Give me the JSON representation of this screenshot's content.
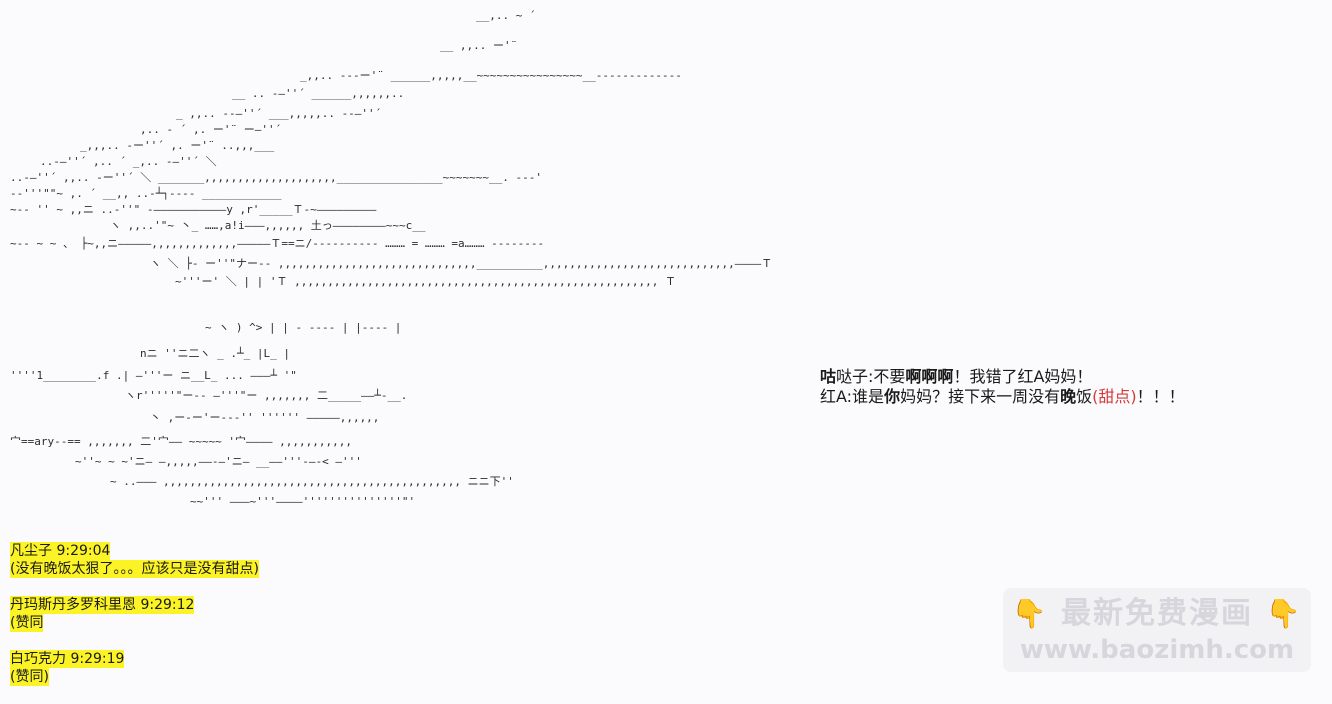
{
  "ascii_art": [
    "__,.. ~ ´",
    "__ ,,.. ー'¨",
    "_,,.. ---ー'¨ ______,,,,,__~~~~~~~~~~~~~~~~__-------------",
    "__ .. -―''´ ______,,,,,,..",
    "_ ,,.. --―''´ ___,,,,,.. --―''´",
    ",.. - ´ ,. ー'¨ ー―''´",
    "_,,,.. -ー''´ ,. ー'¨ ..,,,___",
    "..-―''´ ,.. ´ _,.. -―''´ ＼",
    "..-―''´ ,,.. -ー''´ ＼ _______,,,,,,,,,,,,,,,,,,,,________________~~~~~~~__. ---'",
    "--'''\"\"~ ,. ´ __,, ..-┴┐---- ____________",
    "~-- '' ~ ,,ニ ..-''\" -―――――――――――y ,r'_____Ｔ-~―――――――――",
    "ヽ ,,..'\"~ 丶_ ……,a!i―――,,,,,, 土っ――――――――~~~c__",
    "~-- ~ ~ 、 ├~,,ニ―――――,,,,,,,,,,,,,―――――Ｔ==ニ/---------- ……… = ……… =a……… --------",
    "ヽ ＼ ├- ー''\"ナー-- ,,,,,,,,,,,,,,,,,,,,,,,,,,,,,,__________,,,,,,,,,,,,,,,,,,,,,,,,,,,,,――――Ｔ",
    "~'''ー' ＼ | | 'Ｔ ,,,,,,,,,,,,,,,,,,,,,,,,,,,,,,,,,,,,,,,,,,,,,,,,,,,,,,, Ｔ",
    "~ ヽ ) ^> | | - ---- | |---- |",
    "nニ ''ニ二ヽ _ .┴_ |L_ |",
    "''''1________.f .| ―'''ー ニ__L_ ... ―――┴ '\"",
    "ヽr'''''\"ー-- ―'''\"ー ,,,,,,, 二_____――┴-__.",
    "丶 ,ー-ー'ー---'' '''''' ―――――,,,,,,",
    "宀==ary--== ,,,,,,, 二'宀―― ~~~~~ '宀―――― ,,,,,,,,,,,",
    "~''~ ~ ~'ニ― ―,,,,,――-―'ニ― __――'''-―-< ―'''",
    "~ ..――― ,,,,,,,,,,,,,,,,,,,,,,,,,,,,,,,,,,,,,,,,,,,,, ニニ下''",
    "~~''' ―――~'''――――'''''''''''''''\"'"
  ],
  "dialogue": [
    {
      "segments": [
        {
          "text": "咕",
          "style": "bold"
        },
        {
          "text": "哒子:不要",
          "style": "normal"
        },
        {
          "text": "啊啊啊",
          "style": "bold"
        },
        {
          "text": "！我错了红A妈妈！",
          "style": "normal"
        }
      ]
    },
    {
      "segments": [
        {
          "text": "红A:谁是",
          "style": "normal"
        },
        {
          "text": "你",
          "style": "bold"
        },
        {
          "text": "妈妈？接下来一周没有",
          "style": "normal"
        },
        {
          "text": "晚",
          "style": "bold"
        },
        {
          "text": "饭",
          "style": "normal"
        },
        {
          "text": "(甜点)",
          "style": "red"
        },
        {
          "text": "！！！",
          "style": "normal"
        }
      ]
    }
  ],
  "comments": [
    {
      "author_time": "凡尘子 9:29:04",
      "text": "(没有晚饭太狠了。。。应该只是没有甜点)"
    },
    {
      "author_time": "丹玛斯丹多罗科里恩 9:29:12",
      "text": "(赞同"
    },
    {
      "author_time": "白巧克力 9:29:19",
      "text": "(赞同)"
    }
  ],
  "watermark": {
    "hand_icon": "👇",
    "title": "最新免费漫画",
    "url": "www.baozimh.com"
  }
}
